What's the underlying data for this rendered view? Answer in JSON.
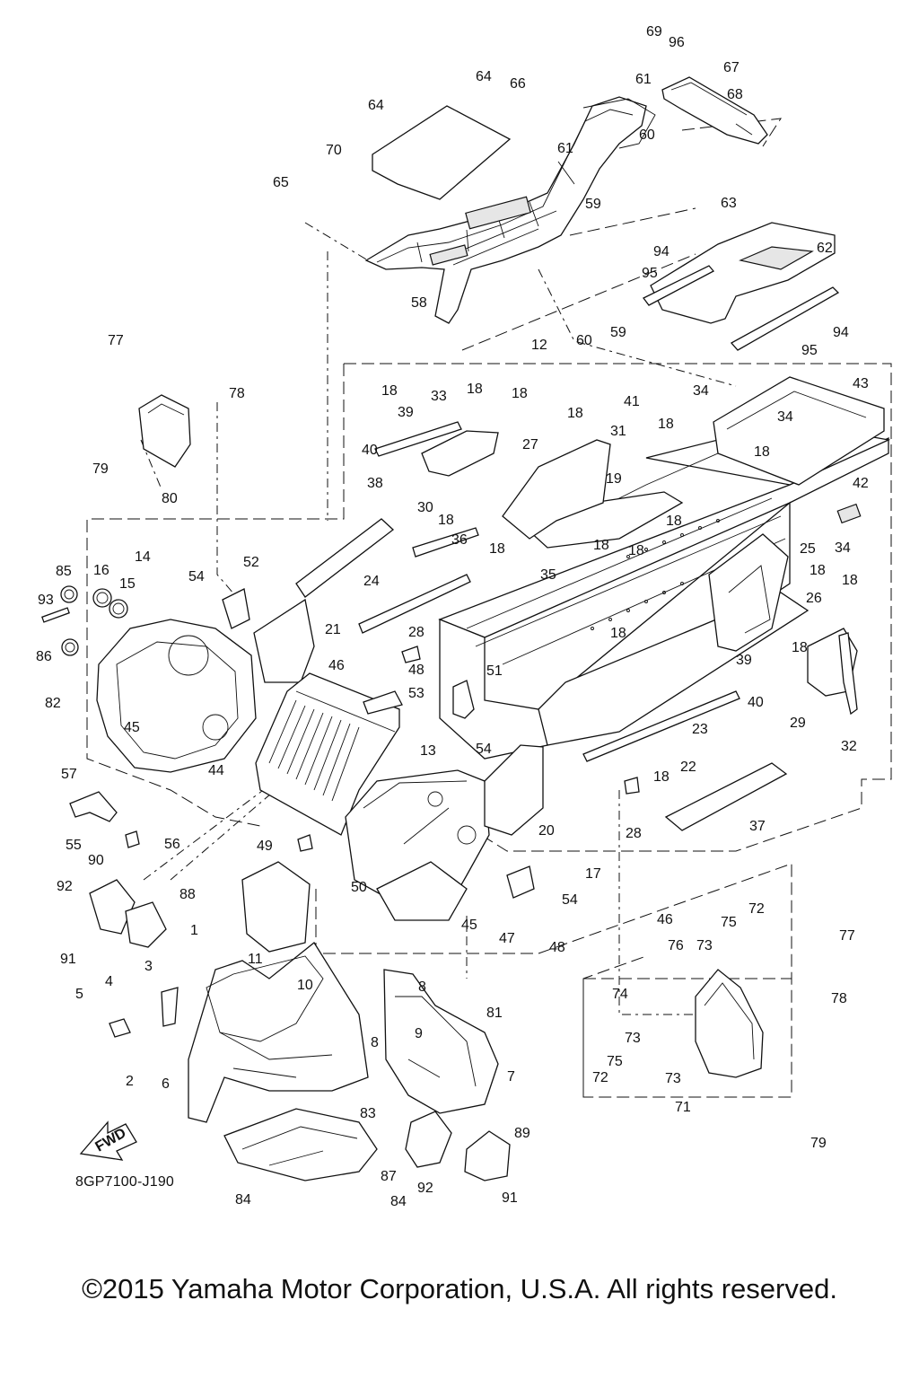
{
  "diagram": {
    "code": "8GP7100-J190",
    "fwd_label": "FWD",
    "copyright": "©2015 Yamaha Motor Corporation, U.S.A. All rights reserved."
  },
  "callouts": [
    {
      "id": "69",
      "label": "69"
    },
    {
      "id": "96",
      "label": "96"
    },
    {
      "id": "67",
      "label": "67"
    },
    {
      "id": "68",
      "label": "68"
    },
    {
      "id": "64a",
      "label": "64"
    },
    {
      "id": "64b",
      "label": "64"
    },
    {
      "id": "66",
      "label": "66"
    },
    {
      "id": "61a",
      "label": "61"
    },
    {
      "id": "61b",
      "label": "61"
    },
    {
      "id": "60a",
      "label": "60"
    },
    {
      "id": "70",
      "label": "70"
    },
    {
      "id": "65",
      "label": "65"
    },
    {
      "id": "59a",
      "label": "59"
    },
    {
      "id": "63",
      "label": "63"
    },
    {
      "id": "62",
      "label": "62"
    },
    {
      "id": "94a",
      "label": "94"
    },
    {
      "id": "95a",
      "label": "95"
    },
    {
      "id": "58",
      "label": "58"
    },
    {
      "id": "59b",
      "label": "59"
    },
    {
      "id": "60b",
      "label": "60"
    },
    {
      "id": "94b",
      "label": "94"
    },
    {
      "id": "95b",
      "label": "95"
    },
    {
      "id": "77a",
      "label": "77"
    },
    {
      "id": "12",
      "label": "12"
    },
    {
      "id": "78a",
      "label": "78"
    },
    {
      "id": "18a",
      "label": "18"
    },
    {
      "id": "33",
      "label": "33"
    },
    {
      "id": "18b",
      "label": "18"
    },
    {
      "id": "18c",
      "label": "18"
    },
    {
      "id": "39a",
      "label": "39"
    },
    {
      "id": "43",
      "label": "43"
    },
    {
      "id": "34a",
      "label": "34"
    },
    {
      "id": "18d",
      "label": "18"
    },
    {
      "id": "41",
      "label": "41"
    },
    {
      "id": "34b",
      "label": "34"
    },
    {
      "id": "31",
      "label": "31"
    },
    {
      "id": "18e",
      "label": "18"
    },
    {
      "id": "40a",
      "label": "40"
    },
    {
      "id": "79a",
      "label": "79"
    },
    {
      "id": "27",
      "label": "27"
    },
    {
      "id": "18f",
      "label": "18"
    },
    {
      "id": "30",
      "label": "30"
    },
    {
      "id": "19",
      "label": "19"
    },
    {
      "id": "42",
      "label": "42"
    },
    {
      "id": "80",
      "label": "80"
    },
    {
      "id": "38",
      "label": "38"
    },
    {
      "id": "18g",
      "label": "18"
    },
    {
      "id": "18h",
      "label": "18"
    },
    {
      "id": "36",
      "label": "36"
    },
    {
      "id": "18i",
      "label": "18"
    },
    {
      "id": "18j",
      "label": "18"
    },
    {
      "id": "34c",
      "label": "34"
    },
    {
      "id": "25",
      "label": "25"
    },
    {
      "id": "14",
      "label": "14"
    },
    {
      "id": "52",
      "label": "52"
    },
    {
      "id": "18k",
      "label": "18"
    },
    {
      "id": "18l",
      "label": "18"
    },
    {
      "id": "18m",
      "label": "18"
    },
    {
      "id": "85",
      "label": "85"
    },
    {
      "id": "16",
      "label": "16"
    },
    {
      "id": "15",
      "label": "15"
    },
    {
      "id": "54a",
      "label": "54"
    },
    {
      "id": "35",
      "label": "35"
    },
    {
      "id": "26",
      "label": "26"
    },
    {
      "id": "24",
      "label": "24"
    },
    {
      "id": "93",
      "label": "93"
    },
    {
      "id": "21",
      "label": "21"
    },
    {
      "id": "28a",
      "label": "28"
    },
    {
      "id": "18n",
      "label": "18"
    },
    {
      "id": "18o",
      "label": "18"
    },
    {
      "id": "86",
      "label": "86"
    },
    {
      "id": "39b",
      "label": "39"
    },
    {
      "id": "46a",
      "label": "46"
    },
    {
      "id": "48a",
      "label": "48"
    },
    {
      "id": "51",
      "label": "51"
    },
    {
      "id": "82",
      "label": "82"
    },
    {
      "id": "53",
      "label": "53"
    },
    {
      "id": "40b",
      "label": "40"
    },
    {
      "id": "29",
      "label": "29"
    },
    {
      "id": "45a",
      "label": "45"
    },
    {
      "id": "23",
      "label": "23"
    },
    {
      "id": "32",
      "label": "32"
    },
    {
      "id": "54b",
      "label": "54"
    },
    {
      "id": "22",
      "label": "22"
    },
    {
      "id": "13",
      "label": "13"
    },
    {
      "id": "44",
      "label": "44"
    },
    {
      "id": "18p",
      "label": "18"
    },
    {
      "id": "57",
      "label": "57"
    },
    {
      "id": "37",
      "label": "37"
    },
    {
      "id": "20",
      "label": "20"
    },
    {
      "id": "55",
      "label": "55"
    },
    {
      "id": "56",
      "label": "56"
    },
    {
      "id": "28b",
      "label": "28"
    },
    {
      "id": "49",
      "label": "49"
    },
    {
      "id": "90",
      "label": "90"
    },
    {
      "id": "17",
      "label": "17"
    },
    {
      "id": "50",
      "label": "50"
    },
    {
      "id": "54c",
      "label": "54"
    },
    {
      "id": "46b",
      "label": "46"
    },
    {
      "id": "92a",
      "label": "92"
    },
    {
      "id": "88",
      "label": "88"
    },
    {
      "id": "72a",
      "label": "72"
    },
    {
      "id": "75a",
      "label": "75"
    },
    {
      "id": "45b",
      "label": "45"
    },
    {
      "id": "47",
      "label": "47"
    },
    {
      "id": "48b",
      "label": "48"
    },
    {
      "id": "1",
      "label": "1"
    },
    {
      "id": "91a",
      "label": "91"
    },
    {
      "id": "77b",
      "label": "77"
    },
    {
      "id": "76",
      "label": "76"
    },
    {
      "id": "73a",
      "label": "73"
    },
    {
      "id": "11",
      "label": "11"
    },
    {
      "id": "10",
      "label": "10"
    },
    {
      "id": "3",
      "label": "3"
    },
    {
      "id": "4",
      "label": "4"
    },
    {
      "id": "8a",
      "label": "8"
    },
    {
      "id": "78b",
      "label": "78"
    },
    {
      "id": "74",
      "label": "74"
    },
    {
      "id": "81",
      "label": "81"
    },
    {
      "id": "5",
      "label": "5"
    },
    {
      "id": "9",
      "label": "9"
    },
    {
      "id": "73b",
      "label": "73"
    },
    {
      "id": "8b",
      "label": "8"
    },
    {
      "id": "75b",
      "label": "75"
    },
    {
      "id": "72b",
      "label": "72"
    },
    {
      "id": "2",
      "label": "2"
    },
    {
      "id": "6",
      "label": "6"
    },
    {
      "id": "7",
      "label": "7"
    },
    {
      "id": "73c",
      "label": "73"
    },
    {
      "id": "71",
      "label": "71"
    },
    {
      "id": "79b",
      "label": "79"
    },
    {
      "id": "83",
      "label": "83"
    },
    {
      "id": "89",
      "label": "89"
    },
    {
      "id": "87",
      "label": "87"
    },
    {
      "id": "92b",
      "label": "92"
    },
    {
      "id": "91b",
      "label": "91"
    },
    {
      "id": "84a",
      "label": "84"
    },
    {
      "id": "84b",
      "label": "84"
    }
  ]
}
